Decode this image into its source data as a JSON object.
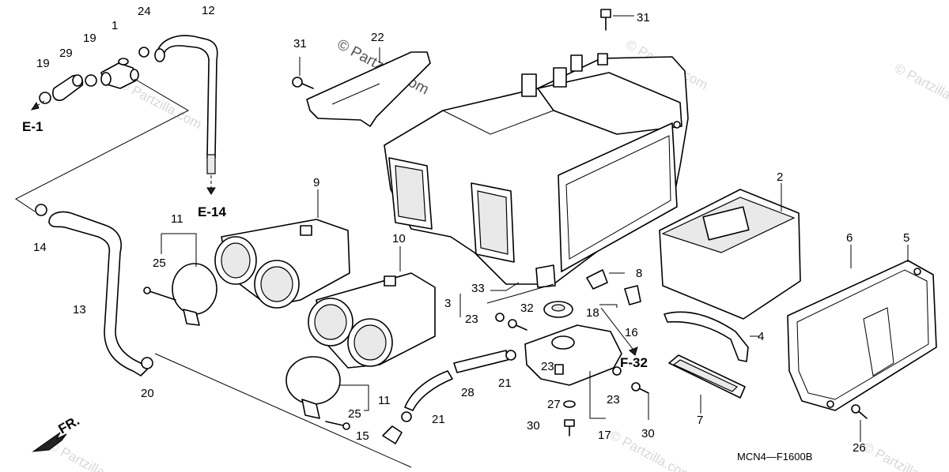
{
  "diagram_code": "MCN4—F1600B",
  "watermark": "© Partzilla.com",
  "watermark_small": "© Partzilla.com",
  "direction_label": "FR.",
  "section_refs": {
    "e1": "E-1",
    "e14": "E-14",
    "f32": "F-32"
  },
  "callouts": {
    "c1": "1",
    "c2": "2",
    "c3": "3",
    "c4": "4",
    "c5": "5",
    "c6": "6",
    "c7": "7",
    "c8": "8",
    "c9": "9",
    "c10": "10",
    "c11a": "11",
    "c11b": "11",
    "c12": "12",
    "c13": "13",
    "c14": "14",
    "c15": "15",
    "c16": "16",
    "c17": "17",
    "c18": "18",
    "c19a": "19",
    "c19b": "19",
    "c20": "20",
    "c21a": "21",
    "c21b": "21",
    "c22": "22",
    "c23a": "23",
    "c23b": "23",
    "c23c": "23",
    "c24": "24",
    "c25a": "25",
    "c25b": "25",
    "c26": "26",
    "c27": "27",
    "c28": "28",
    "c29": "29",
    "c30a": "30",
    "c30b": "30",
    "c31a": "31",
    "c31b": "31",
    "c32": "32",
    "c33": "33"
  }
}
